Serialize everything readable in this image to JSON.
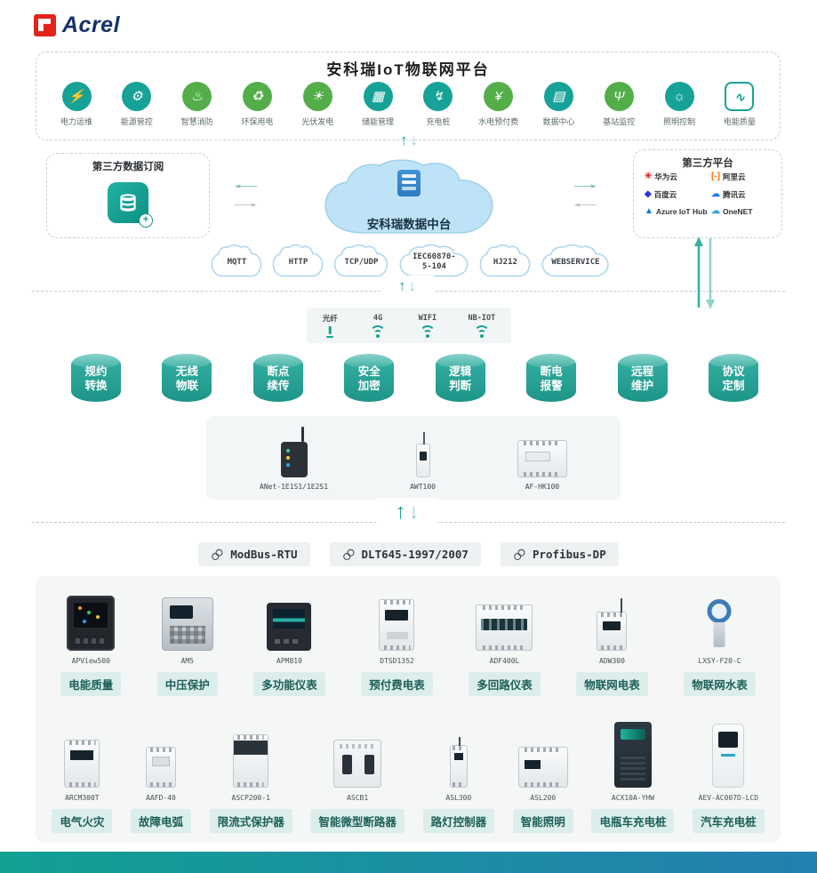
{
  "colors": {
    "accent": "#16a296",
    "green": "#53ae49",
    "cloud_border": "#a9d6ee",
    "tag_bg": "#dceeeb",
    "tag_text": "#1c5f58",
    "footer_a": "#12a093",
    "footer_b": "#237fb0",
    "logo_red": "#e2231a",
    "logo_navy": "#17306a"
  },
  "logo": {
    "brand": "Acrel"
  },
  "platform": {
    "title": "安科瑞IoT物联网平台",
    "apps": [
      {
        "label": "电力运维",
        "glyph": "⚡",
        "color": "#16a296"
      },
      {
        "label": "能源管控",
        "glyph": "⚙",
        "color": "#16a296"
      },
      {
        "label": "智慧消防",
        "glyph": "♨",
        "color": "#53ae49"
      },
      {
        "label": "环保用电",
        "glyph": "♻",
        "color": "#53ae49"
      },
      {
        "label": "光伏发电",
        "glyph": "☀",
        "color": "#53ae49"
      },
      {
        "label": "储能管理",
        "glyph": "▦",
        "color": "#16a296"
      },
      {
        "label": "充电桩",
        "glyph": "↯",
        "color": "#16a296"
      },
      {
        "label": "水电预付费",
        "glyph": "¥",
        "color": "#53ae49"
      },
      {
        "label": "数据中心",
        "glyph": "▤",
        "color": "#16a296"
      },
      {
        "label": "基站监控",
        "glyph": "Ψ",
        "color": "#53ae49"
      },
      {
        "label": "照明控制",
        "glyph": "☼",
        "color": "#16a296"
      },
      {
        "label": "电能质量",
        "glyph": "∿",
        "color": "#16a296",
        "variant": "square"
      }
    ]
  },
  "data_hub": {
    "left_box_title": "第三方数据订阅",
    "center_label": "安科瑞数据中台",
    "right_box_title": "第三方平台",
    "providers": [
      {
        "name": "华为云",
        "mark": "✳",
        "color": "#e02020"
      },
      {
        "name": "阿里云",
        "mark": "[-]",
        "color": "#ff6a00"
      },
      {
        "name": "百度云",
        "mark": "◆",
        "color": "#2932e1"
      },
      {
        "name": "腾讯云",
        "mark": "☁",
        "color": "#1a7af8"
      },
      {
        "name": "Azure IoT Hub",
        "mark": "▲",
        "color": "#0078d4"
      },
      {
        "name": "OneNET",
        "mark": "☁",
        "color": "#35a3dc"
      }
    ],
    "protocol_clouds": [
      "MQTT",
      "HTTP",
      "TCP/UDP",
      "IEC60870-5-104",
      "HJ212",
      "WEBSERVICE"
    ]
  },
  "transmission": {
    "links": [
      {
        "label": "光纤",
        "icon": "icon-fiber"
      },
      {
        "label": "4G",
        "icon": "icon-wifi"
      },
      {
        "label": "WIFI",
        "icon": "icon-wifi"
      },
      {
        "label": "NB-IOT",
        "icon": "icon-wifi"
      }
    ],
    "capabilities": [
      "规约转换",
      "无线物联",
      "断点续传",
      "安全加密",
      "逻辑判断",
      "断电报警",
      "远程维护",
      "协议定制"
    ],
    "gateways": [
      {
        "model": "ANet-1E1S1/1E2S1",
        "variant": "g-anet"
      },
      {
        "model": "AWT100",
        "variant": "g-awt"
      },
      {
        "model": "AF-HK100",
        "variant": "v-din d-afhk"
      }
    ]
  },
  "field_bus": {
    "protocols": [
      "ModBus-RTU",
      "DLT645-1997/2007",
      "Profibus-DP"
    ]
  },
  "devices": {
    "row1": [
      {
        "model": "APView500",
        "label": "电能质量",
        "variant": "v-panel-dark"
      },
      {
        "model": "AM5",
        "label": "中压保护",
        "variant": "v-relay"
      },
      {
        "model": "APM810",
        "label": "多功能仪表",
        "variant": "v-meter-dark"
      },
      {
        "model": "DTSD1352",
        "label": "预付费电表",
        "variant": "v-din d-dtsd"
      },
      {
        "model": "ADF400L",
        "label": "多回路仪表",
        "variant": "v-din d-adf"
      },
      {
        "model": "ADW300",
        "label": "物联网电表",
        "variant": "v-din d-adw"
      },
      {
        "model": "LXSY-F20-C",
        "label": "物联网水表",
        "variant": "v-water"
      }
    ],
    "row2": [
      {
        "model": "ARCM300T",
        "label": "电气火灾",
        "variant": "v-din d-arcm"
      },
      {
        "model": "AAFD-40",
        "label": "故障电弧",
        "variant": "v-din d-aafd"
      },
      {
        "model": "ASCP200-1",
        "label": "限流式保护器",
        "variant": "v-din d-ascp"
      },
      {
        "model": "ASCB1",
        "label": "智能微型断路器",
        "variant": "v-breaker"
      },
      {
        "model": "ASL300",
        "label": "路灯控制器",
        "variant": "v-din d-asl300"
      },
      {
        "model": "ASL200",
        "label": "智能照明",
        "variant": "v-din d-asl200"
      },
      {
        "model": "ACX10A-YHW",
        "label": "电瓶车充电桩",
        "variant": "v-cabinet"
      },
      {
        "model": "AEV-AC007D-LCD",
        "label": "汽车充电桩",
        "variant": "v-charger"
      }
    ]
  }
}
